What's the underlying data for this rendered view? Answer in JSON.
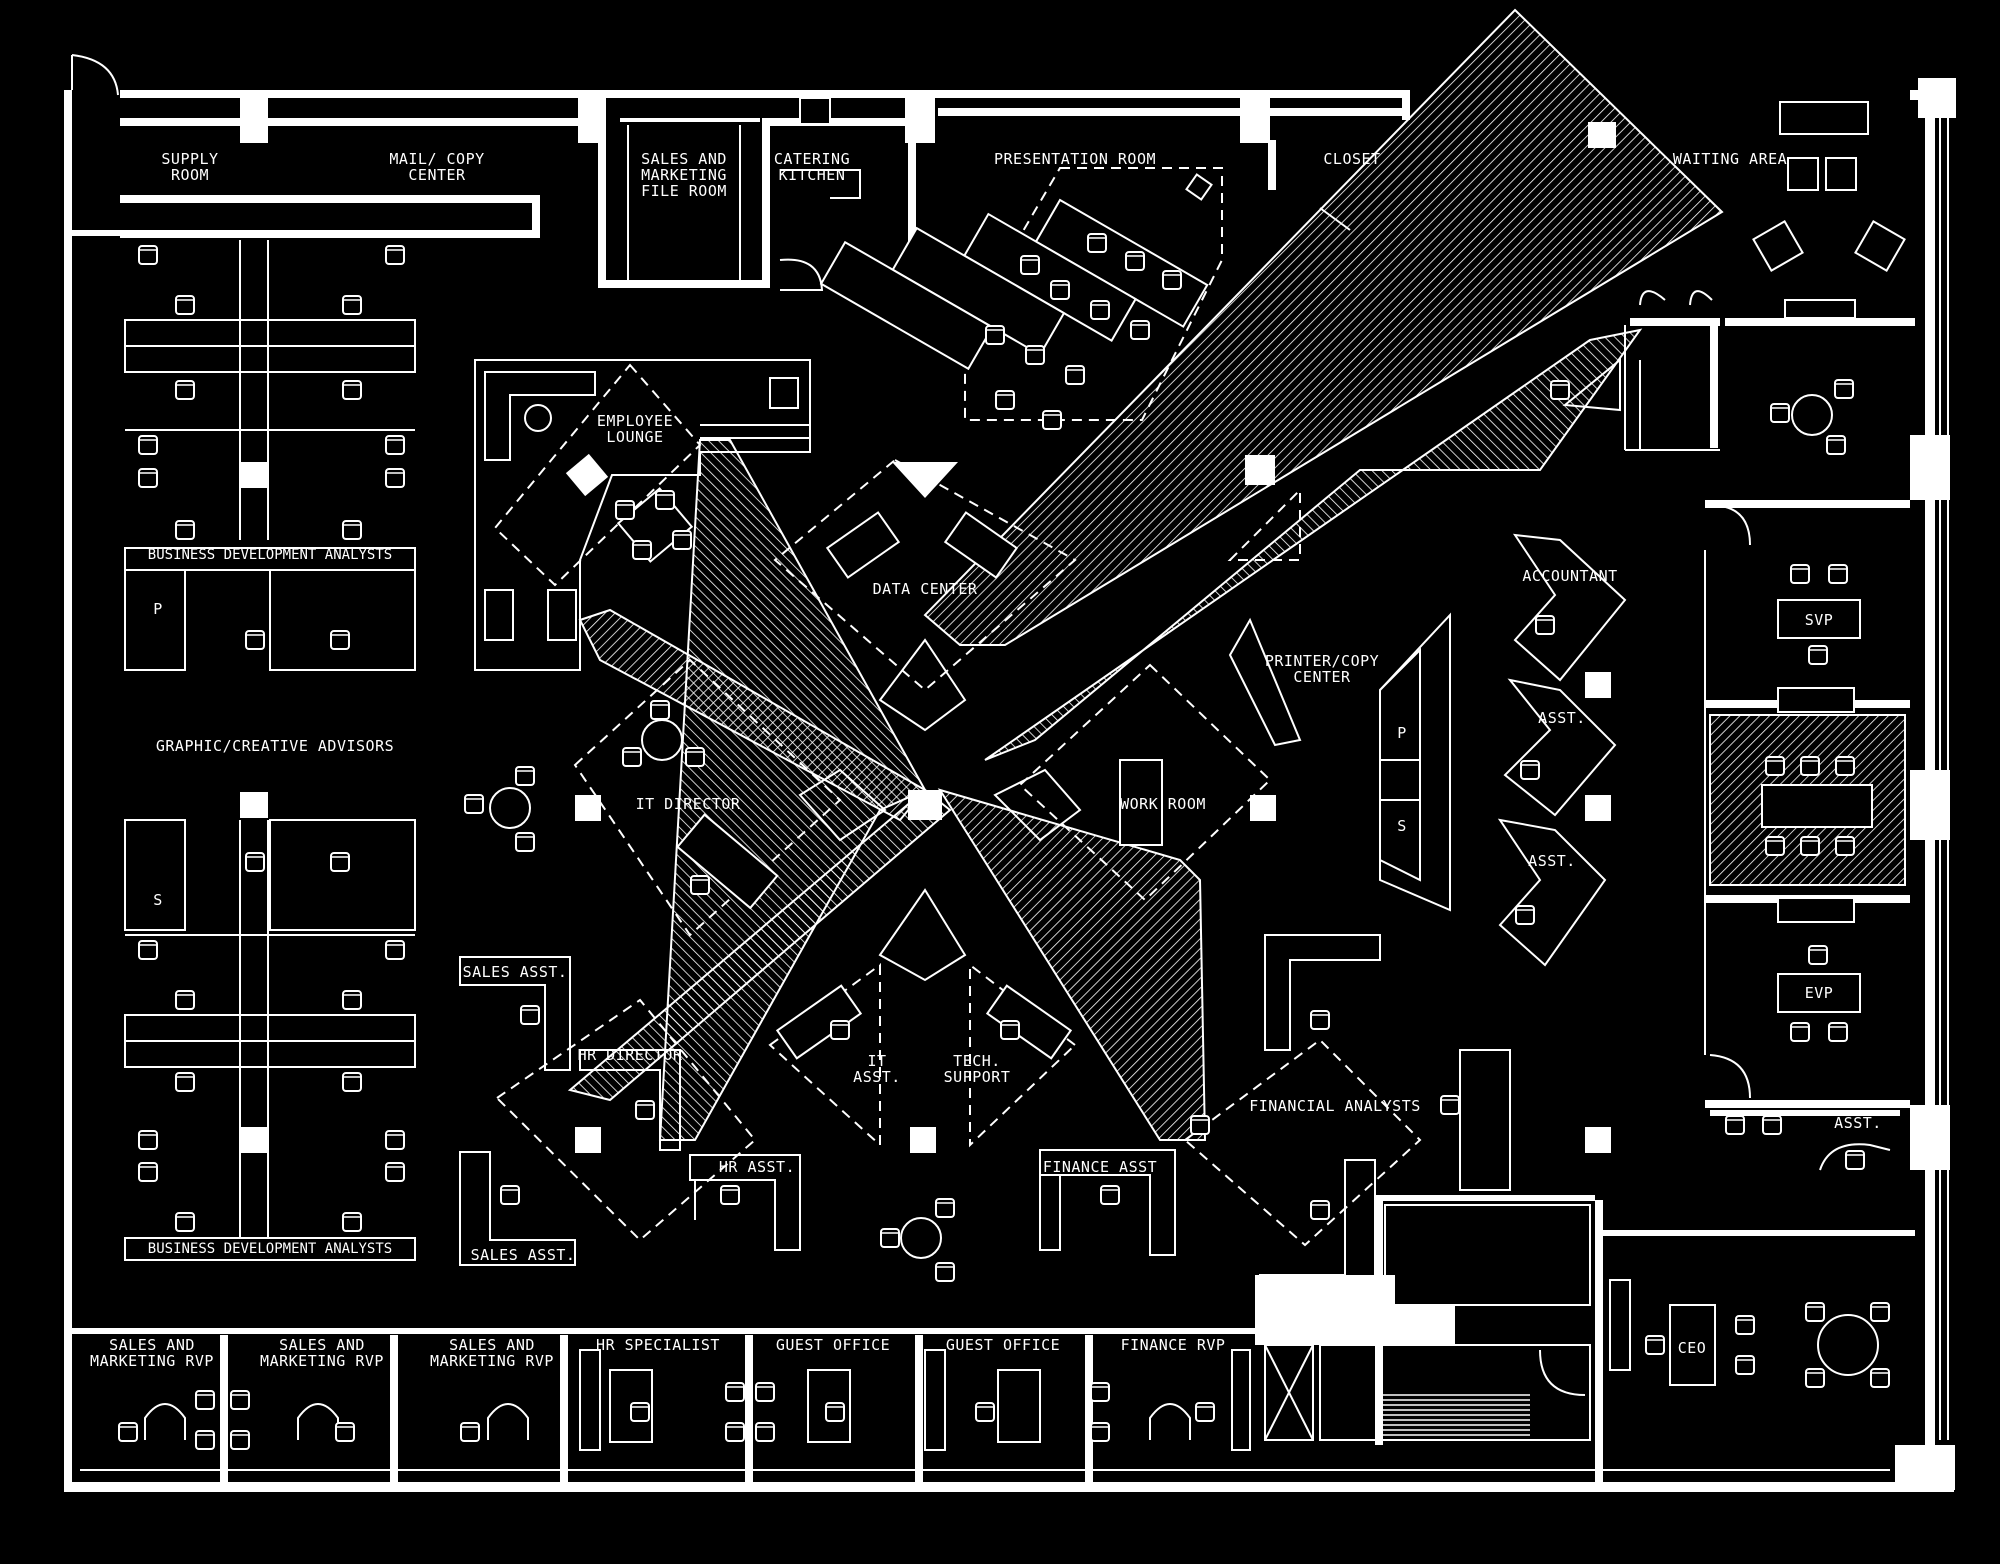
{
  "colors": {
    "background": "#000000",
    "line": "#ffffff"
  },
  "rooms": {
    "supply_room": [
      "SUPPLY",
      "ROOM"
    ],
    "mail_copy": [
      "MAIL/ COPY",
      "CENTER"
    ],
    "sales_marketing_file": [
      "SALES AND",
      "MARKETING",
      "FILE ROOM"
    ],
    "catering_kitchen": [
      "CATERING",
      "KITCHEN"
    ],
    "presentation_room": "PRESENTATION ROOM",
    "closet": "CLOSET",
    "waiting_area": "WAITING AREA",
    "employee_lounge": [
      "EMPLOYEE",
      "LOUNGE"
    ],
    "data_center": "DATA CENTER",
    "bda_top": "BUSINESS DEVELOPMENT ANALYSTS",
    "graphic_creative": "GRAPHIC/CREATIVE ADVISORS",
    "bda_bottom": "BUSINESS DEVELOPMENT ANALYSTS",
    "it_director": "IT DIRECTOR",
    "work_room": "WORK ROOM",
    "printer_copy": [
      "PRINTER/COPY",
      "CENTER"
    ],
    "accountant": "ACCOUNTANT",
    "asst_1": "ASST.",
    "asst_2": "ASST.",
    "svp": "SVP",
    "evp": "EVP",
    "sales_asst_top": "SALES ASST.",
    "hr_director": "HR DIRECTOR",
    "it_asst": [
      "IT",
      "ASST."
    ],
    "tech_support": [
      "TECH.",
      "SUPPORT"
    ],
    "financial_analysts": "FINANCIAL ANALYSTS",
    "hr_asst": "HR ASST.",
    "finance_asst": "FINANCE ASST",
    "sales_asst_bottom": "SALES ASST.",
    "exec_asst": "ASST.",
    "ceo": "CEO",
    "p_label_1": "P",
    "s_label_1": "S",
    "p_label_2": "P",
    "s_label_2": "S"
  },
  "bottom_offices": [
    [
      "SALES AND",
      "MARKETING RVP"
    ],
    [
      "SALES AND",
      "MARKETING RVP"
    ],
    [
      "SALES AND",
      "MARKETING RVP"
    ],
    [
      "HR SPECIALIST"
    ],
    [
      "GUEST OFFICE"
    ],
    [
      "GUEST OFFICE"
    ],
    [
      "FINANCE RVP"
    ]
  ]
}
